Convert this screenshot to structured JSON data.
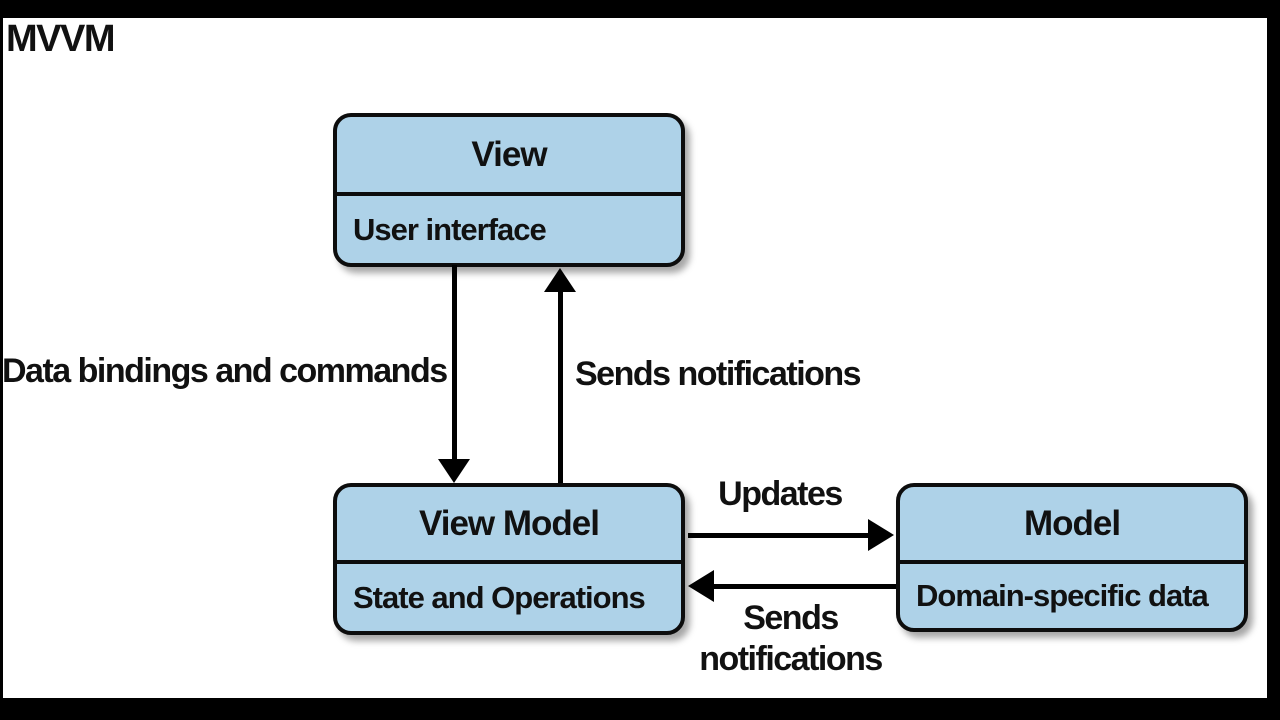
{
  "page": {
    "title": "MVVM"
  },
  "colors": {
    "background": "#ffffff",
    "letterbox": "#000000",
    "node_fill": "#aed2e8",
    "node_border": "#0d0d0d",
    "text": "#111111"
  },
  "nodes": [
    {
      "id": "view",
      "title": "View",
      "subtitle": "User interface"
    },
    {
      "id": "view-model",
      "title": "View Model",
      "subtitle": "State and Operations"
    },
    {
      "id": "model",
      "title": "Model",
      "subtitle": "Domain-specific data"
    }
  ],
  "edges": [
    {
      "from": "view",
      "to": "view-model",
      "direction": "down",
      "label": "Data bindings and commands"
    },
    {
      "from": "view-model",
      "to": "view",
      "direction": "up",
      "label": "Sends notifications"
    },
    {
      "from": "view-model",
      "to": "model",
      "direction": "right",
      "label": "Updates"
    },
    {
      "from": "model",
      "to": "view-model",
      "direction": "left",
      "label": "Sends\nnotifications"
    }
  ]
}
